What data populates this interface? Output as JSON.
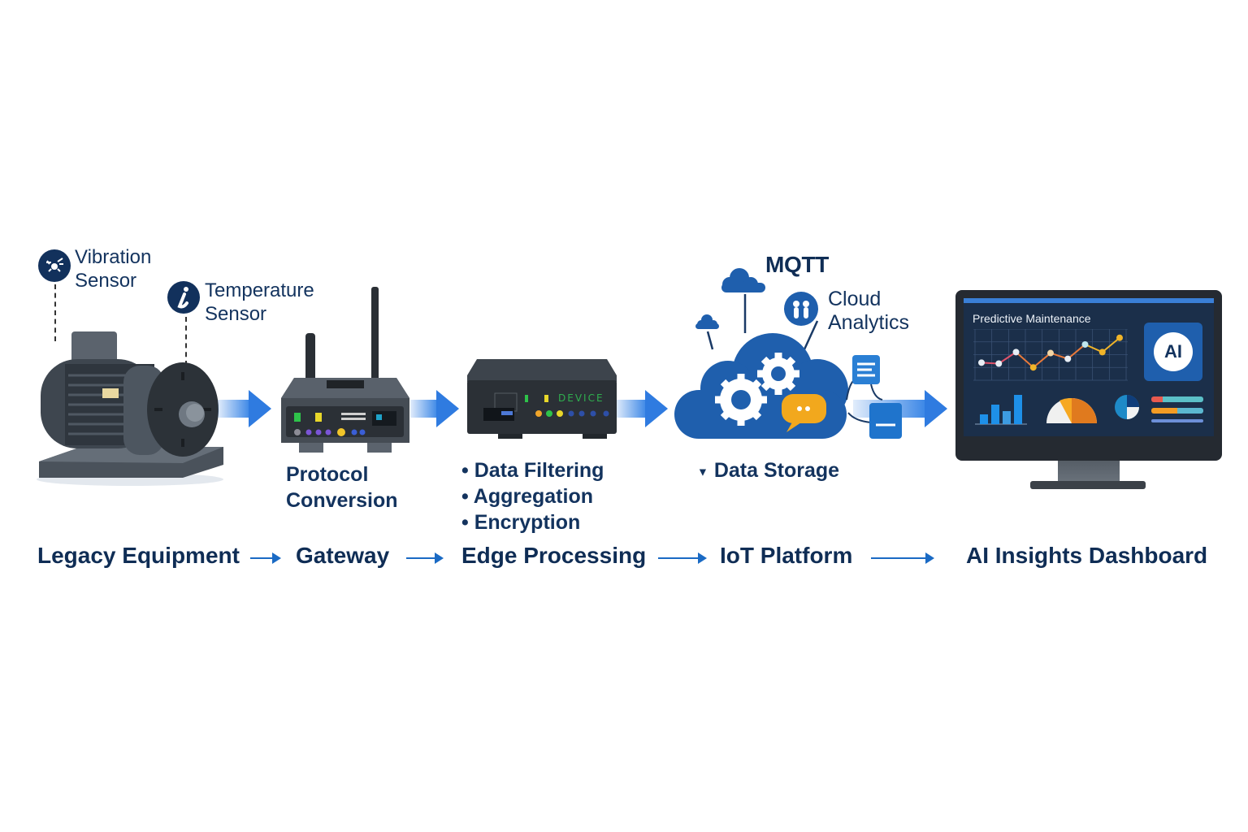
{
  "sensors": {
    "vibration": {
      "label_line1": "Vibration",
      "label_line2": "Sensor",
      "icon": "vibration-icon"
    },
    "temperature": {
      "label_line1": "Temperature",
      "label_line2": "Sensor",
      "icon": "info-icon"
    }
  },
  "gateway": {
    "sub_line1": "Protocol",
    "sub_line2": "Conversion"
  },
  "edge": {
    "device_text": "DEVICE",
    "bullets": [
      "Data Filtering",
      "Aggregation",
      "Encryption"
    ]
  },
  "iot_platform": {
    "protocol": "MQTT",
    "analytics_line1": "Cloud",
    "analytics_line2": "Analytics",
    "storage": "Data Storage"
  },
  "dashboard": {
    "title": "Predictive Maintenance",
    "ai_badge": "AI",
    "trend_values": [
      3,
      2.8,
      5.2,
      2,
      5,
      3.8,
      6.8,
      5.2,
      8.2
    ],
    "trend_colors": [
      "#e8eef5",
      "#e8eef5",
      "#e8eef5",
      "#f0b429",
      "#f3d6a6",
      "#e8eef5",
      "#bfe6ef",
      "#f0b429",
      "#f0b429"
    ],
    "bar_values": [
      3,
      6,
      4,
      9
    ],
    "colors": {
      "bg": "#1b2f4a",
      "accent": "#2f7be0",
      "orange": "#f39c24"
    }
  },
  "flow": {
    "stages": [
      "Legacy Equipment",
      "Gateway",
      "Edge Processing",
      "IoT Platform",
      "AI Insights Dashboard"
    ]
  },
  "colors": {
    "navy": "#0f2d55",
    "blue": "#1a6ac4",
    "cloud": "#1f5fad"
  }
}
